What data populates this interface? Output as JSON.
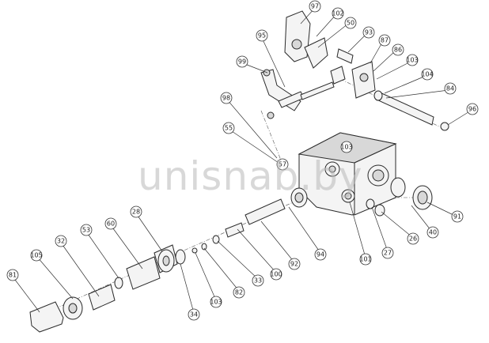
{
  "watermark": "unisnab.by",
  "callouts": [
    "97",
    "102",
    "50",
    "95",
    "93",
    "87",
    "86",
    "103",
    "104",
    "84",
    "96",
    "99",
    "98",
    "55",
    "91",
    "40",
    "26",
    "27",
    "101",
    "94",
    "92",
    "100",
    "33",
    "82",
    "103",
    "34",
    "28",
    "60",
    "53",
    "32",
    "105",
    "81",
    "57",
    "103"
  ]
}
